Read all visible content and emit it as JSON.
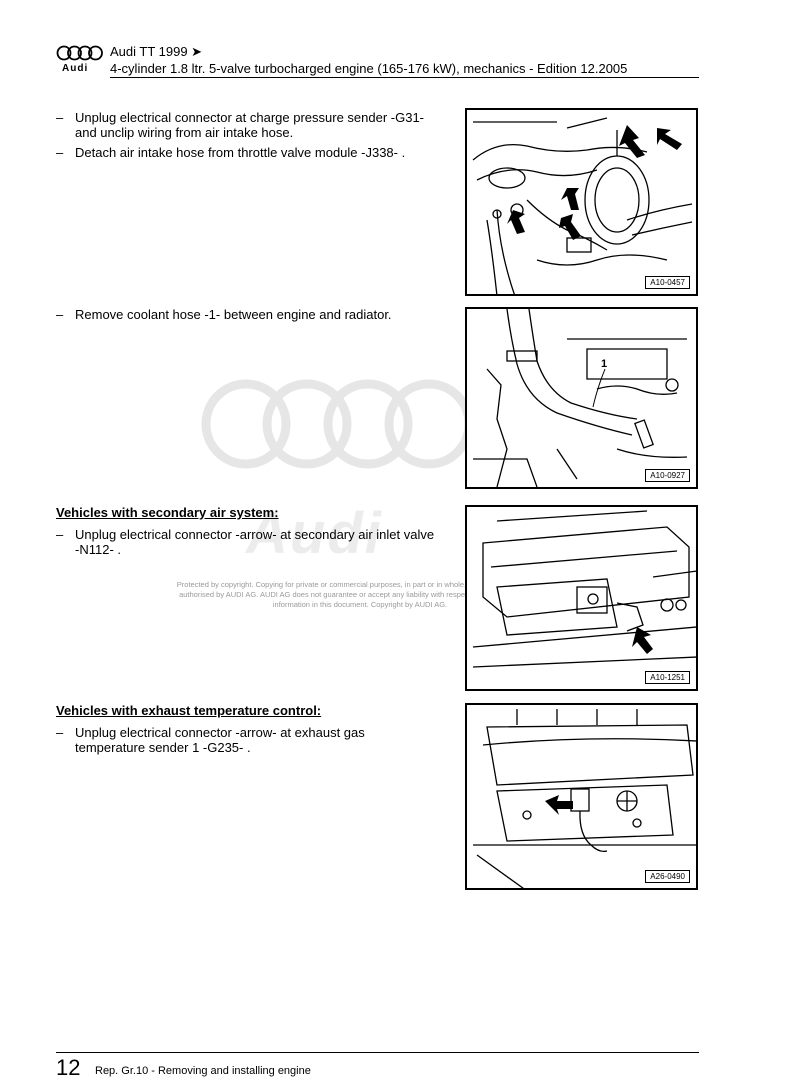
{
  "header": {
    "brand": "Audi",
    "title": "Audi TT 1999 ➤",
    "subtitle": "4-cylinder 1.8 ltr. 5-valve turbocharged engine (165-176 kW), mechanics - Edition 12.2005"
  },
  "watermark": {
    "brand": "Audi",
    "copyright": "Protected by copyright. Copying for private or commercial purposes, in part or in whole, is not permitted unless authorised by AUDI AG. AUDI AG does not guarantee or accept any liability with respect to the correctness of information in this document. Copyright by AUDI AG."
  },
  "steps": {
    "s1": "Unplug electrical connector at charge pressure sender -G31- and unclip wiring from air intake hose.",
    "s2": "Detach air intake hose from throttle valve module -J338- .",
    "s3": "Remove coolant hose -1- between engine and radiator.",
    "s4": "Unplug electrical connector -arrow- at secondary air inlet valve -N112- .",
    "s5": "Unplug electrical connector -arrow- at exhaust gas temperature sender 1 -G235- ."
  },
  "dash": "–",
  "sections": {
    "secondary_air": "Vehicles with secondary air system:",
    "exhaust_temp": "Vehicles with exhaust temperature control:"
  },
  "figures": {
    "f1": "A10-0457",
    "f2": "A10-0927",
    "f2_label": "1",
    "f3": "A10-1251",
    "f4": "A26-0490"
  },
  "footer": {
    "page": "12",
    "text": "Rep. Gr.10 - Removing and installing engine"
  }
}
